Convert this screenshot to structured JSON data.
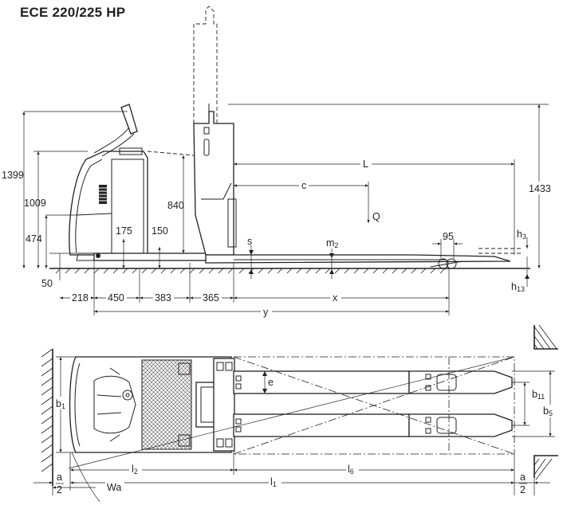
{
  "title": "ECE 220/225 HP",
  "side_view": {
    "dims": {
      "h1399": "1399",
      "h1009": "1009",
      "h474": "474",
      "h50": "50",
      "h175": "175",
      "h150": "150",
      "h840": "840",
      "L": "L",
      "c": "c",
      "Q": "Q",
      "h1433": "1433",
      "s": "s",
      "m2": "m",
      "m2_sub": "2",
      "d95": "95",
      "h3": "h",
      "h3_sub": "3",
      "h13": "h",
      "h13_sub": "13",
      "d218": "218",
      "d450": "450",
      "d383": "383",
      "d365": "365",
      "x": "x",
      "y": "y"
    }
  },
  "top_view": {
    "dims": {
      "b1": "b",
      "b1_sub": "1",
      "e": "e",
      "b11": "b",
      "b11_sub": "11",
      "b5": "b",
      "b5_sub": "5",
      "l2": "l",
      "l2_sub": "2",
      "l6": "l",
      "l6_sub": "6",
      "l1": "l",
      "l1_sub": "1",
      "a_left": "a",
      "two_left": "2",
      "a_right": "a",
      "two_right": "2",
      "Wa": "Wa"
    }
  }
}
